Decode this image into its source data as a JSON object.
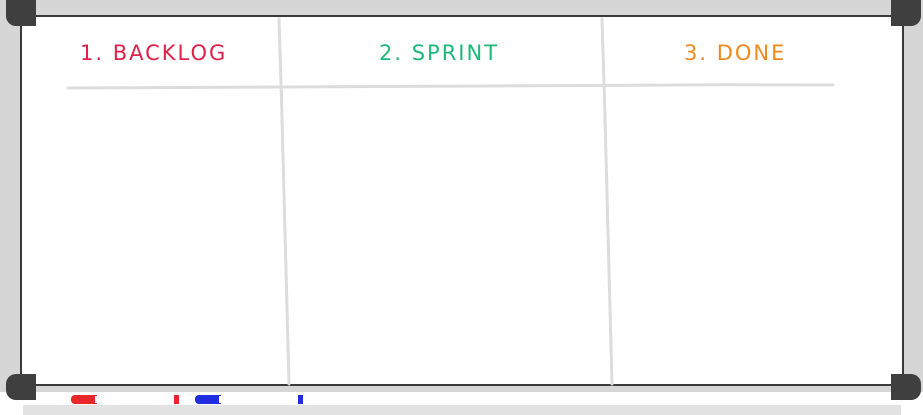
{
  "board": {
    "columns": [
      {
        "label": "1. BACKLOG",
        "color": "#e0214b"
      },
      {
        "label": "2. SPRINT",
        "color": "#1db87a"
      },
      {
        "label": "3. DONE",
        "color": "#f08a1c"
      }
    ]
  },
  "tray": {
    "markers": [
      {
        "name": "red-marker",
        "color": "#e8262c"
      },
      {
        "name": "blue-marker",
        "color": "#1f2ee0"
      }
    ]
  },
  "colors": {
    "frame": "#d6d6d6",
    "board_border": "#3a3a3a",
    "corner": "#3f3f3f",
    "grid_line": "#dcdcdc"
  }
}
